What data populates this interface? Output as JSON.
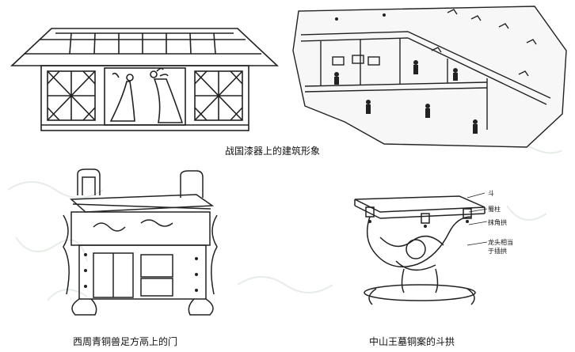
{
  "captions": {
    "top": "战国漆器上的建筑形象",
    "bottom_left": "西周青铜兽足方鬲上的门",
    "bottom_right": "中山王墓铜案的斗拱"
  },
  "bracket_labels": {
    "dou": "斗",
    "shuzhu": "蜀柱",
    "mojiaogong": "抹角拱",
    "longtou_line1": "龙头相当",
    "longtou_line2": "于插拱"
  }
}
